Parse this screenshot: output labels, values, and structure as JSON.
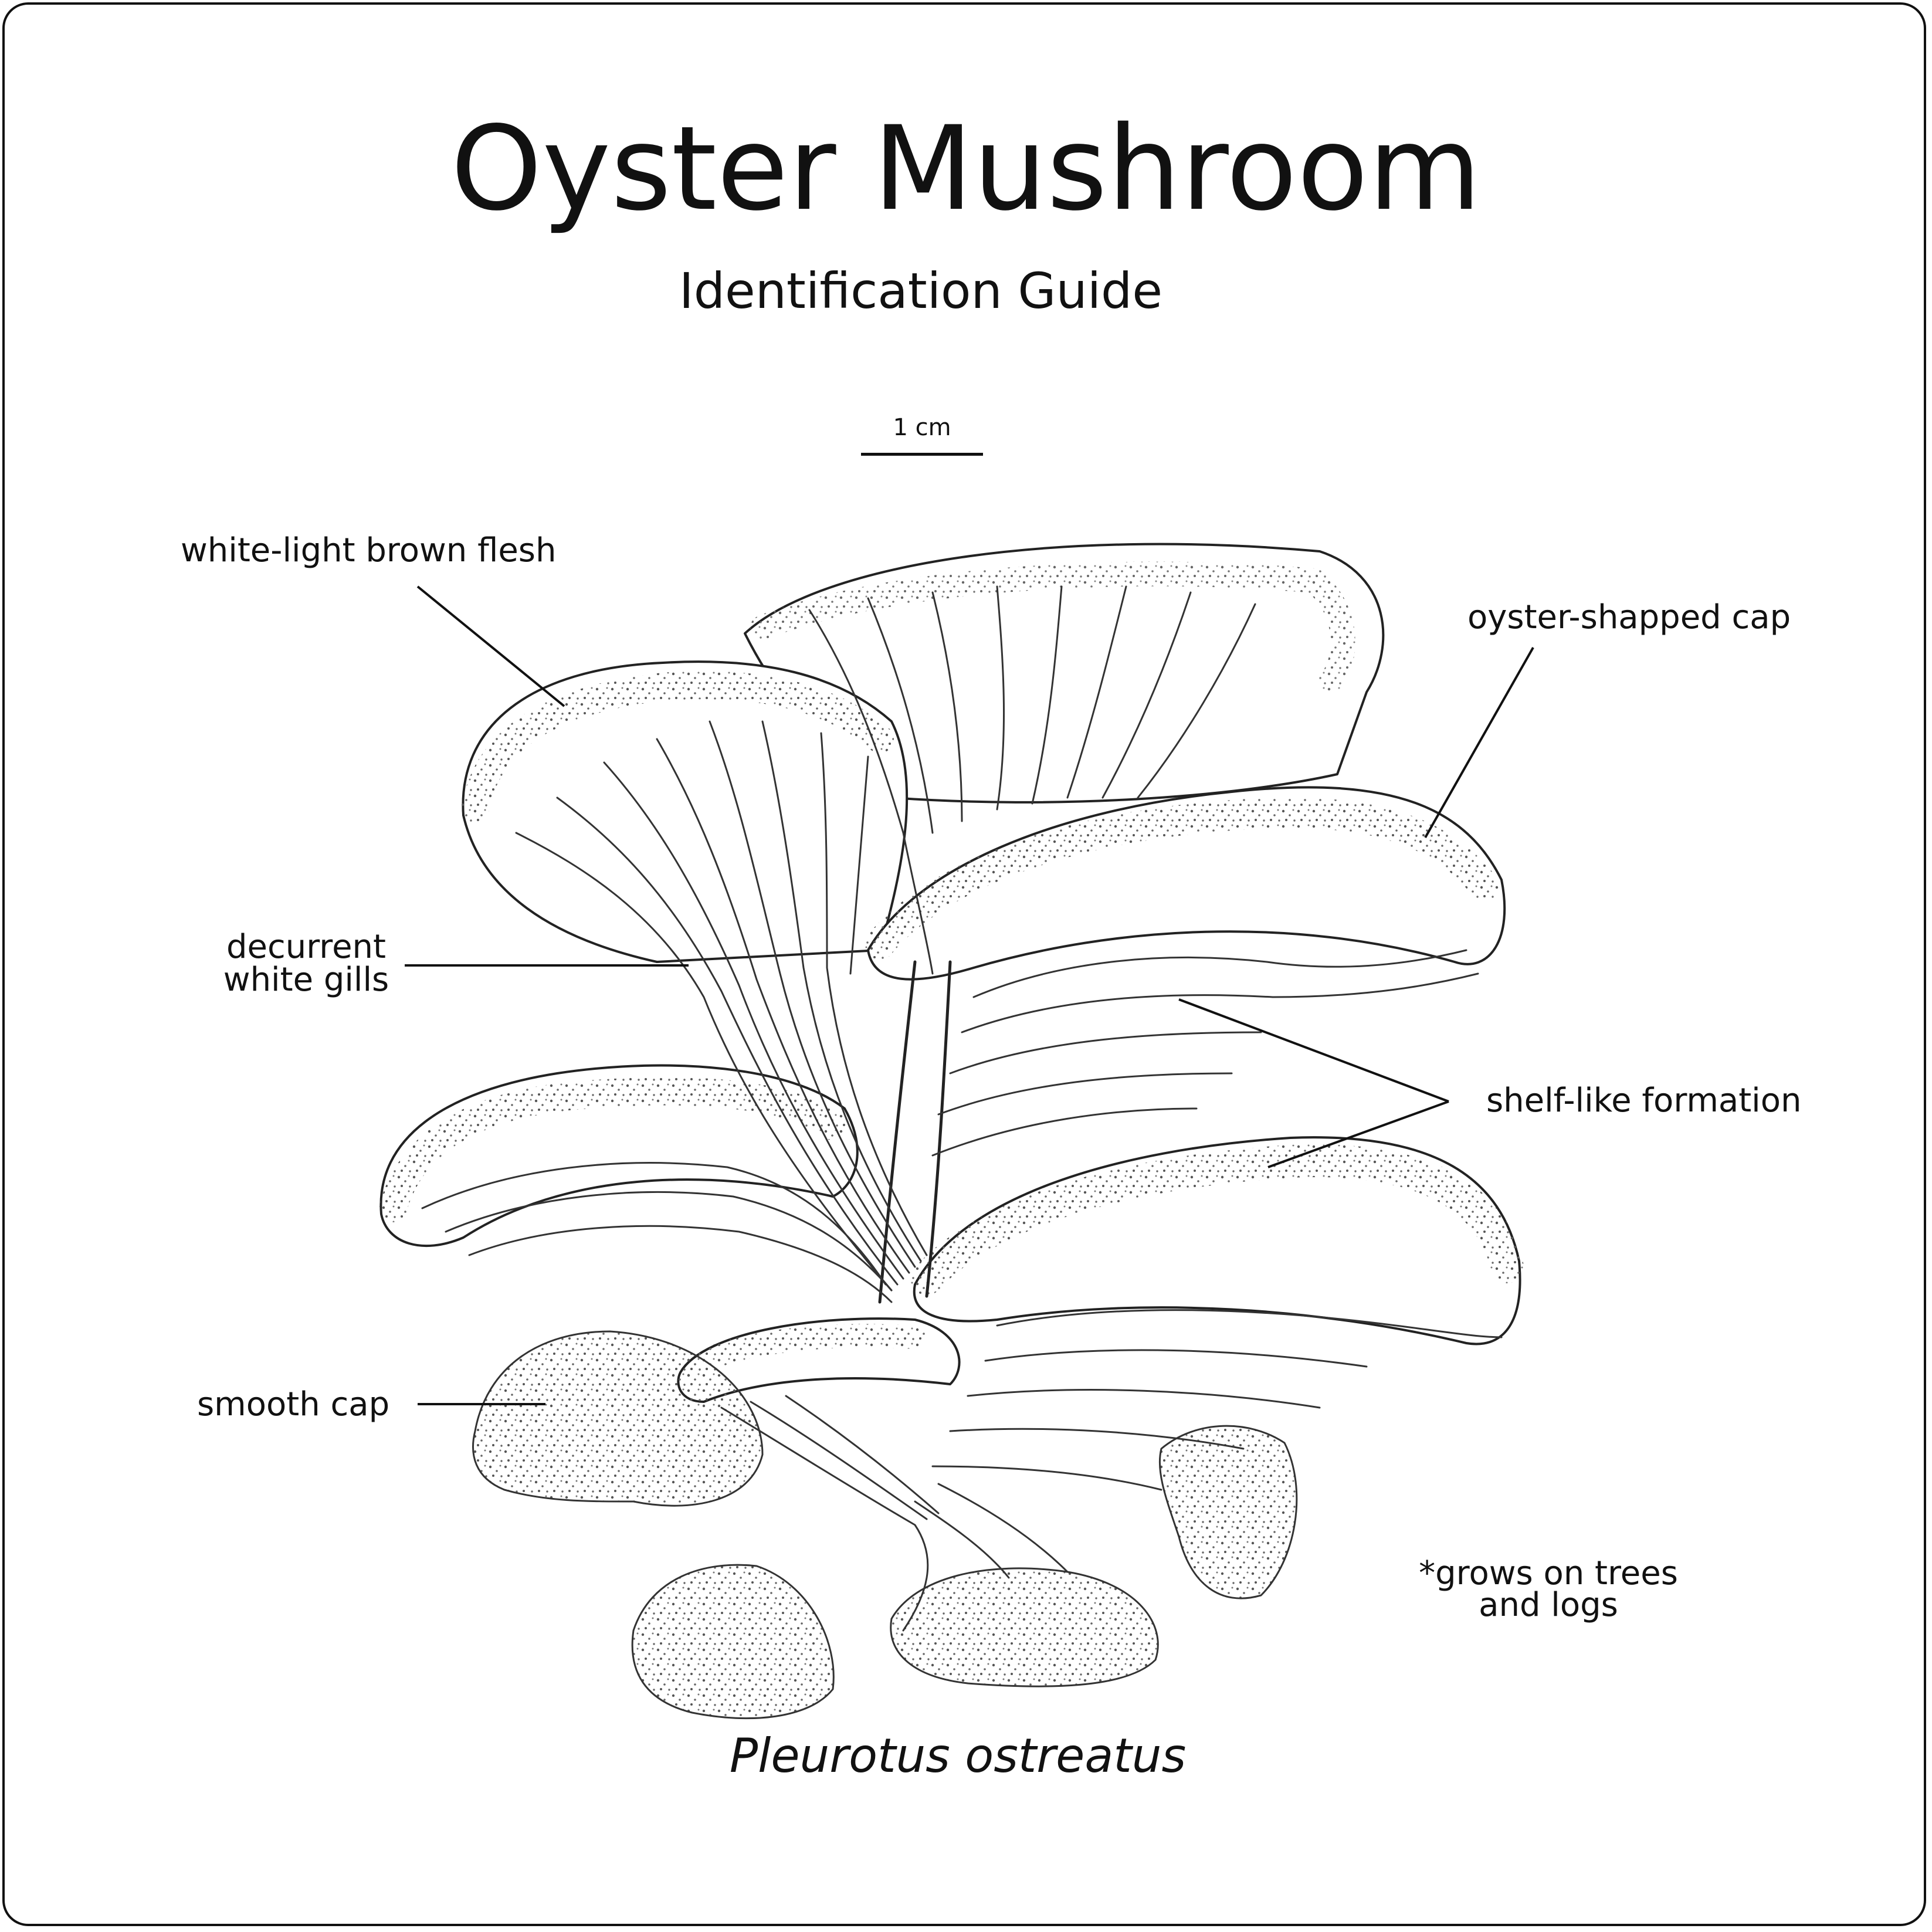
{
  "title": "Oyster Mushroom",
  "subtitle": "Identification Guide",
  "scale_bar": {
    "label": "1 cm"
  },
  "labels": {
    "flesh": "white-light brown flesh",
    "cap_shape": "oyster-shapped cap",
    "gills_line1": "decurrent",
    "gills_line2": "white gills",
    "formation": "shelf-like formation",
    "smooth_cap": "smooth cap",
    "habitat_line1": "*grows on trees",
    "habitat_line2": "and logs"
  },
  "species": "Pleurotus ostreatus",
  "colors": {
    "ink": "#111111",
    "stipple": "#555555",
    "paper": "#ffffff"
  }
}
